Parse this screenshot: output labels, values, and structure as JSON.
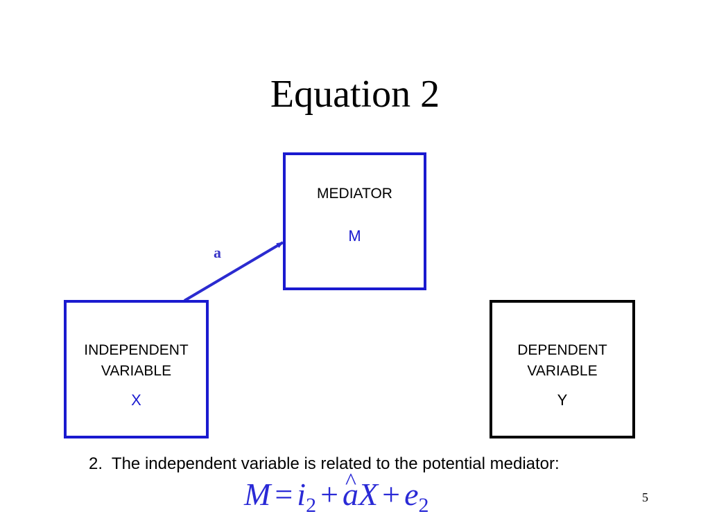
{
  "title": "Equation 2",
  "mediator": {
    "label": "MEDIATOR",
    "symbol": "M"
  },
  "independent": {
    "label_line1": "INDEPENDENT",
    "label_line2": "VARIABLE",
    "symbol": "X"
  },
  "dependent": {
    "label_line1": "DEPENDENT",
    "label_line2": "VARIABLE",
    "symbol": "Y"
  },
  "path_label": "a",
  "caption": "2.  The independent variable is related to the potential mediator:",
  "equation": {
    "lhs": "M",
    "eq": "=",
    "intercept": "i",
    "intercept_sub": "2",
    "plus1": "+",
    "coef": "a",
    "coef_hat": "^",
    "predictor": "X",
    "plus2": "+",
    "error": "e",
    "error_sub": "2"
  },
  "slide_number": "5",
  "colors": {
    "accent_blue": "#1a1acf",
    "equation_blue": "#2a2ad6",
    "black": "#000000"
  }
}
